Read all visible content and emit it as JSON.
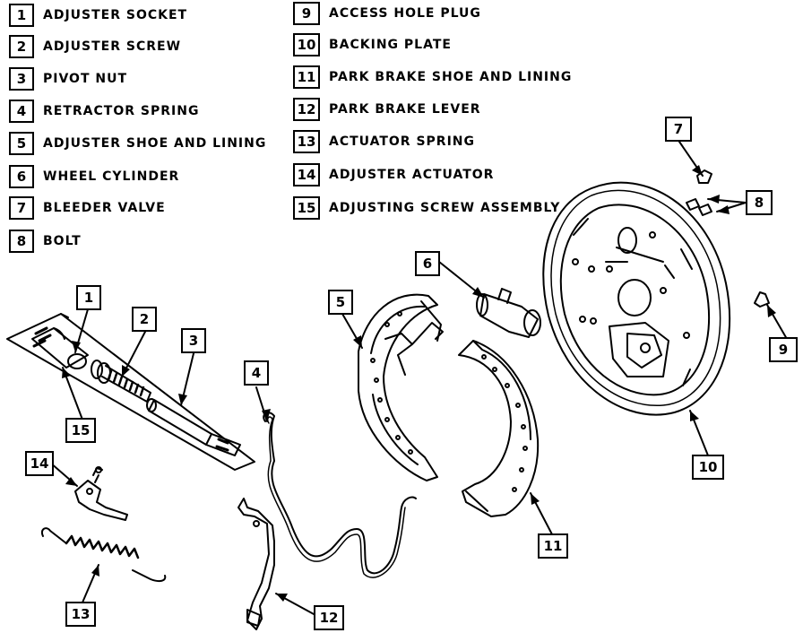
{
  "legend": {
    "left": [
      {
        "num": "1",
        "label": "ADJUSTER SOCKET"
      },
      {
        "num": "2",
        "label": "ADJUSTER SCREW"
      },
      {
        "num": "3",
        "label": "PIVOT NUT"
      },
      {
        "num": "4",
        "label": "RETRACTOR SPRING"
      },
      {
        "num": "5",
        "label": "ADJUSTER SHOE AND LINING"
      },
      {
        "num": "6",
        "label": "WHEEL CYLINDER"
      },
      {
        "num": "7",
        "label": "BLEEDER VALVE"
      },
      {
        "num": "8",
        "label": "BOLT"
      }
    ],
    "right": [
      {
        "num": "9",
        "label": "ACCESS HOLE PLUG"
      },
      {
        "num": "10",
        "label": "BACKING PLATE"
      },
      {
        "num": "11",
        "label": "PARK BRAKE SHOE AND LINING"
      },
      {
        "num": "12",
        "label": "PARK BRAKE LEVER"
      },
      {
        "num": "13",
        "label": "ACTUATOR SPRING"
      },
      {
        "num": "14",
        "label": "ADJUSTER ACTUATOR"
      },
      {
        "num": "15",
        "label": "ADJUSTING SCREW ASSEMBLY"
      }
    ]
  },
  "callouts": {
    "c1": "1",
    "c2": "2",
    "c3": "3",
    "c4": "4",
    "c5": "5",
    "c6": "6",
    "c7": "7",
    "c8": "8",
    "c9": "9",
    "c10": "10",
    "c11": "11",
    "c12": "12",
    "c13": "13",
    "c14": "14",
    "c15": "15"
  }
}
